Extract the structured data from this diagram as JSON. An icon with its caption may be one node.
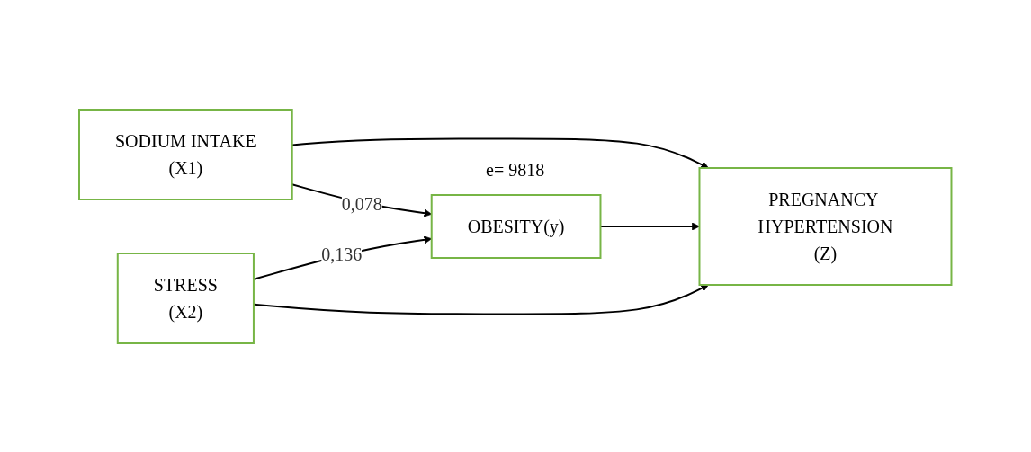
{
  "diagram": {
    "nodes": [
      {
        "text": [
          "SODIUM INTAKE",
          "(X1)"
        ]
      },
      {
        "text": [
          "OBESITY(y)"
        ]
      },
      {
        "text": [
          "PREGNANCY HYPERTENSION",
          "(Z)"
        ]
      },
      {
        "text": [
          "STRESS",
          "(X2)"
        ]
      }
    ],
    "edges": [
      {
        "from": 0,
        "to": 2,
        "arrow": "to"
      },
      {
        "from": 0,
        "to": 1,
        "arrow": "to",
        "label": "0,078"
      },
      {
        "from": 1,
        "to": 2,
        "arrow": "to"
      },
      {
        "from": 3,
        "to": 1,
        "arrow": "to",
        "label": "0,136"
      },
      {
        "from": 3,
        "to": 2,
        "arrow": "to"
      }
    ],
    "labels": [
      "e= 9818"
    ]
  }
}
